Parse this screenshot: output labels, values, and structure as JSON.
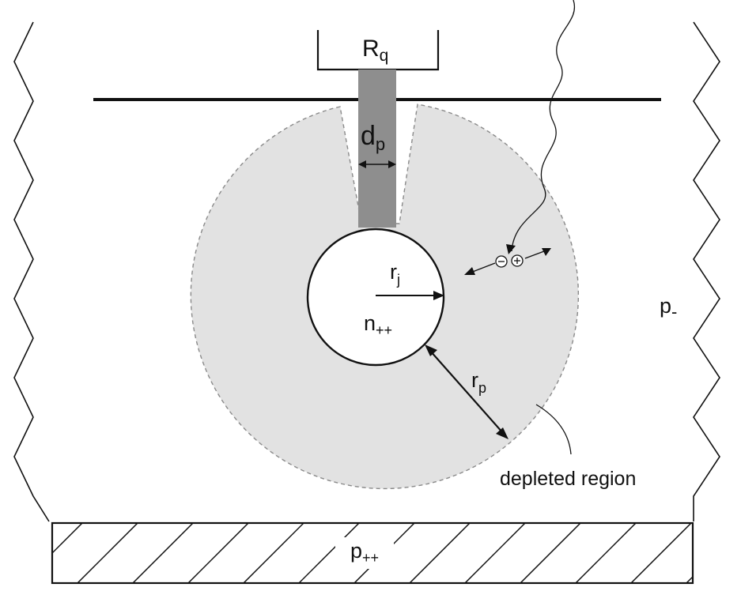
{
  "labels": {
    "resistor": "R",
    "resistor_sub": "q",
    "pillar_width": "d",
    "pillar_width_sub": "p",
    "junction_radius": "r",
    "junction_radius_sub": "j",
    "n_region": "n",
    "n_region_sub": "++",
    "depletion_radius": "r",
    "depletion_radius_sub": "p",
    "substrate": "p",
    "substrate_sub": "-",
    "backplane": "p",
    "backplane_sub": "++",
    "depleted_region": "depleted region"
  },
  "carriers": {
    "electron": "⊖",
    "hole": "⊕"
  },
  "colors": {
    "line": "#111111",
    "depleted_fill": "#e2e2e2",
    "pillar_fill": "#8e8e8e",
    "dash": "#8a8a8a",
    "background": "#ffffff"
  }
}
